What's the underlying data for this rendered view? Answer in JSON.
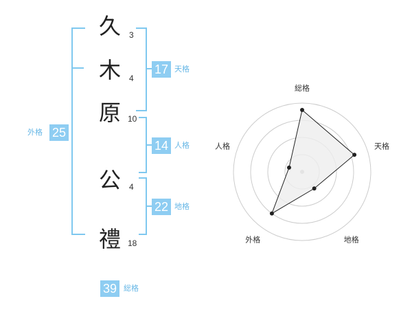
{
  "name": {
    "chars": [
      {
        "char": "久",
        "strokes": "3"
      },
      {
        "char": "木",
        "strokes": "4"
      },
      {
        "char": "原",
        "strokes": "10"
      },
      {
        "char": "公",
        "strokes": "4"
      },
      {
        "char": "禮",
        "strokes": "18"
      }
    ]
  },
  "grids": {
    "tenkaku": {
      "value": "17",
      "label": "天格"
    },
    "jinkaku": {
      "value": "14",
      "label": "人格"
    },
    "chikaku": {
      "value": "22",
      "label": "地格"
    },
    "gaikaku": {
      "value": "25",
      "label": "外格"
    },
    "soukaku": {
      "value": "39",
      "label": "総格"
    }
  },
  "chart_data": {
    "type": "radar",
    "axes": [
      "総格",
      "天格",
      "地格",
      "外格",
      "人格"
    ],
    "values": [
      0.9,
      0.8,
      0.3,
      0.75,
      0.2
    ],
    "range": [
      0,
      1
    ],
    "rings": 4,
    "colors": {
      "line": "#222222",
      "fill": "#eeeeee",
      "ring": "#cccccc",
      "center": "#bbbbbb"
    }
  }
}
